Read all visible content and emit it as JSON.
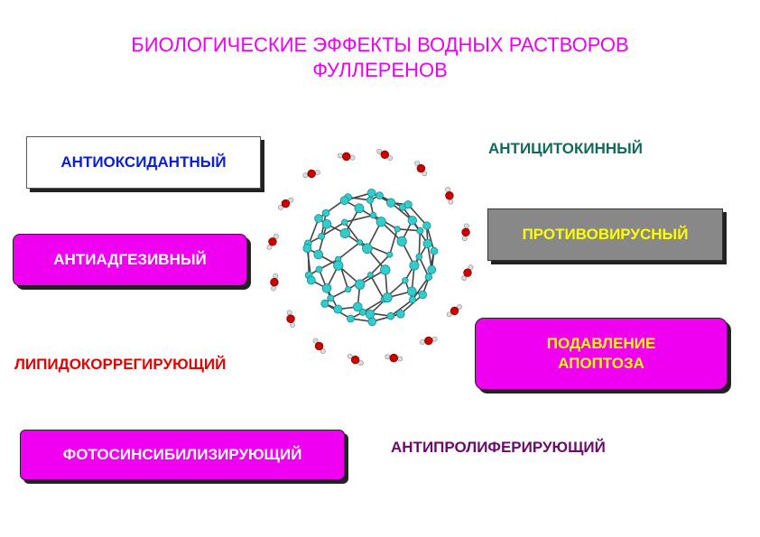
{
  "title": {
    "line1": "БИОЛОГИЧЕСКИЕ ЭФФЕКТЫ ВОДНЫХ РАСТВОРОВ",
    "line2": "ФУЛЛЕРЕНОВ"
  },
  "effects": {
    "antioxidant": "АНТИОКСИДАНТНЫЙ",
    "anticytokine": "АНТИЦИТОКИННЫЙ",
    "antiadhesive": "АНТИАДГЕЗИВНЫЙ",
    "antiviral": "ПРОТИВОВИРУСНЫЙ",
    "lipid_correcting": "ЛИПИДОКОРРЕГИРУЮЩИЙ",
    "apoptosis_suppression_line1": "ПОДАВЛЕНИЕ",
    "apoptosis_suppression_line2": "АПОПТОЗА",
    "photosensitizing": "ФОТОСИНСИБИЛИЗИРУЮЩИЙ",
    "antiproliferative": "АНТИПРОЛИФЕРИРУЮЩИЙ"
  },
  "colors": {
    "title": "#f000f0",
    "magenta_box": "#f000f0",
    "gray_box": "#888888",
    "carbon_atom": "#33cccc",
    "oxygen_atom": "#cc0000",
    "hydrogen_atom": "#dddddd",
    "bond": "#444444"
  }
}
